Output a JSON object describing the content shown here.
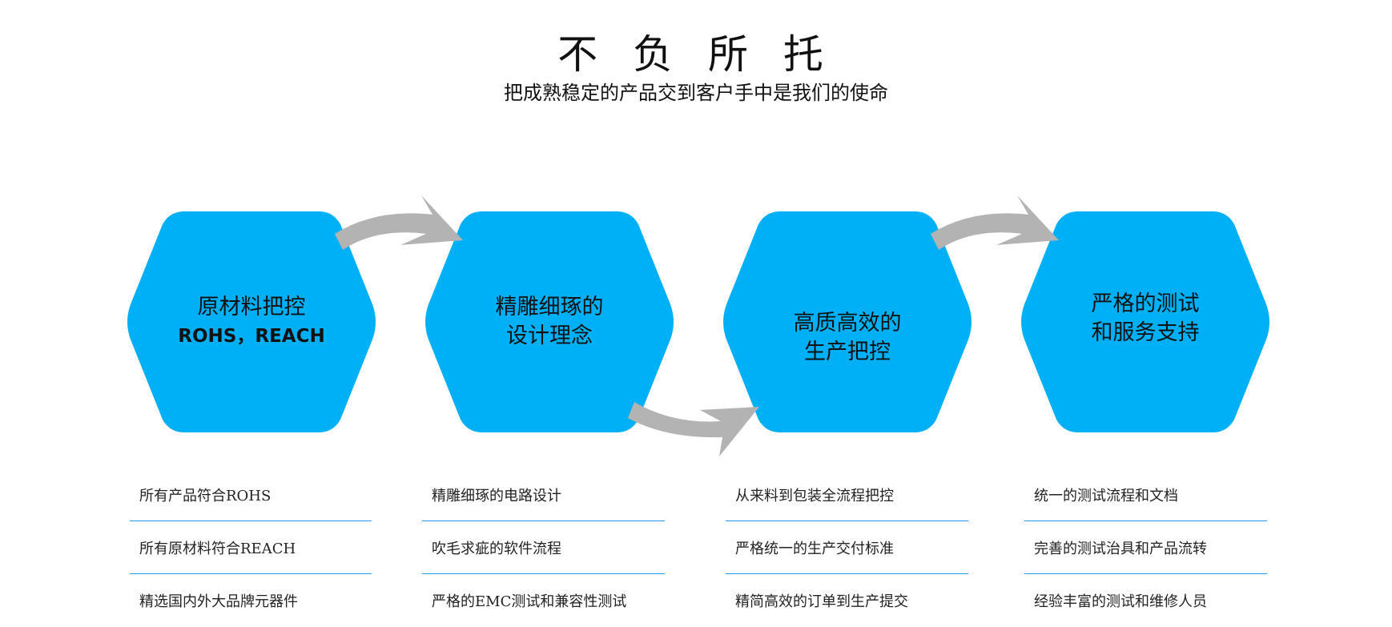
{
  "header": {
    "title": "不 负 所 托",
    "subtitle": "把成熟稳定的产品交到客户手中是我们的使命"
  },
  "colors": {
    "hexagon": "#00b0f6",
    "arrow": "#b3b3b3",
    "divider": "#1e9cf0"
  },
  "steps": [
    {
      "lines": [
        "原材料把控",
        "ROHS，REACH"
      ],
      "bullets": [
        "所有产品符合ROHS",
        "所有原材料符合REACH",
        "精选国内外大品牌元器件"
      ]
    },
    {
      "lines": [
        "精雕细琢的",
        "设计理念"
      ],
      "bullets": [
        "精雕细琢的电路设计",
        "吹毛求疵的软件流程",
        "严格的EMC测试和兼容性测试"
      ]
    },
    {
      "lines": [
        "高质高效的",
        "生产把控"
      ],
      "bullets": [
        "从来料到包装全流程把控",
        "严格统一的生产交付标准",
        "精简高效的订单到生产提交"
      ]
    },
    {
      "lines": [
        "严格的测试",
        "和服务支持"
      ],
      "bullets": [
        "统一的测试流程和文档",
        "完善的测试治具和产品流转",
        "经验丰富的测试和维修人员"
      ]
    }
  ]
}
